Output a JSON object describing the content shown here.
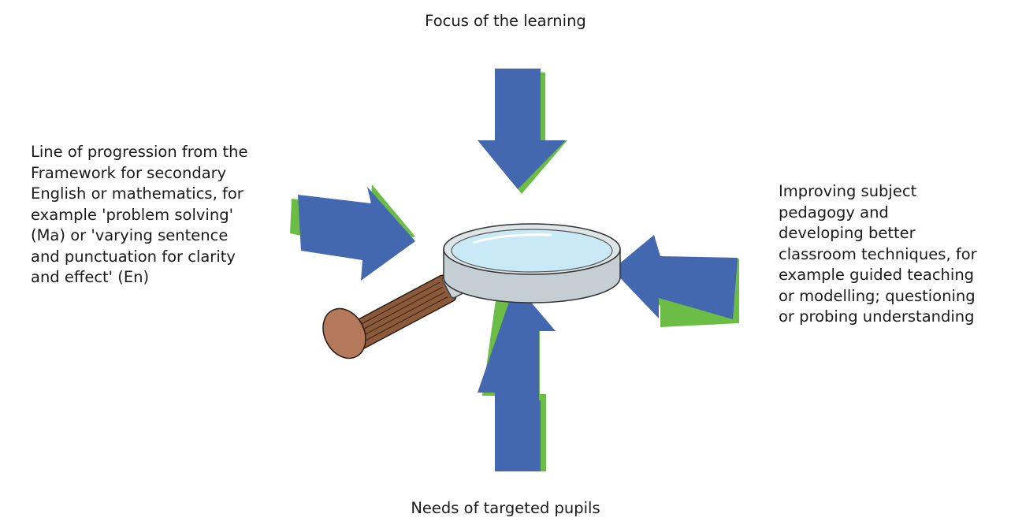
{
  "labels": {
    "top": "Focus of the learning",
    "bottom": "Needs of targeted pupils",
    "left": [
      "Line of progression from the",
      "Framework for secondary",
      "English or mathematics, for",
      "example 'problem solving'",
      "(Ma) or 'varying sentence",
      "and punctuation for clarity",
      "and effect' (En)"
    ],
    "right": [
      "Improving subject",
      "pedagogy and",
      "developing better",
      "classroom techniques, for",
      "example guided teaching",
      "or modelling; questioning",
      "or probing understanding"
    ]
  },
  "colors": {
    "arrow_fill": "#4468b0",
    "arrow_shadow": "#6cbd45",
    "lens": "#c9e9f6",
    "handle": "#8a5a3a"
  }
}
